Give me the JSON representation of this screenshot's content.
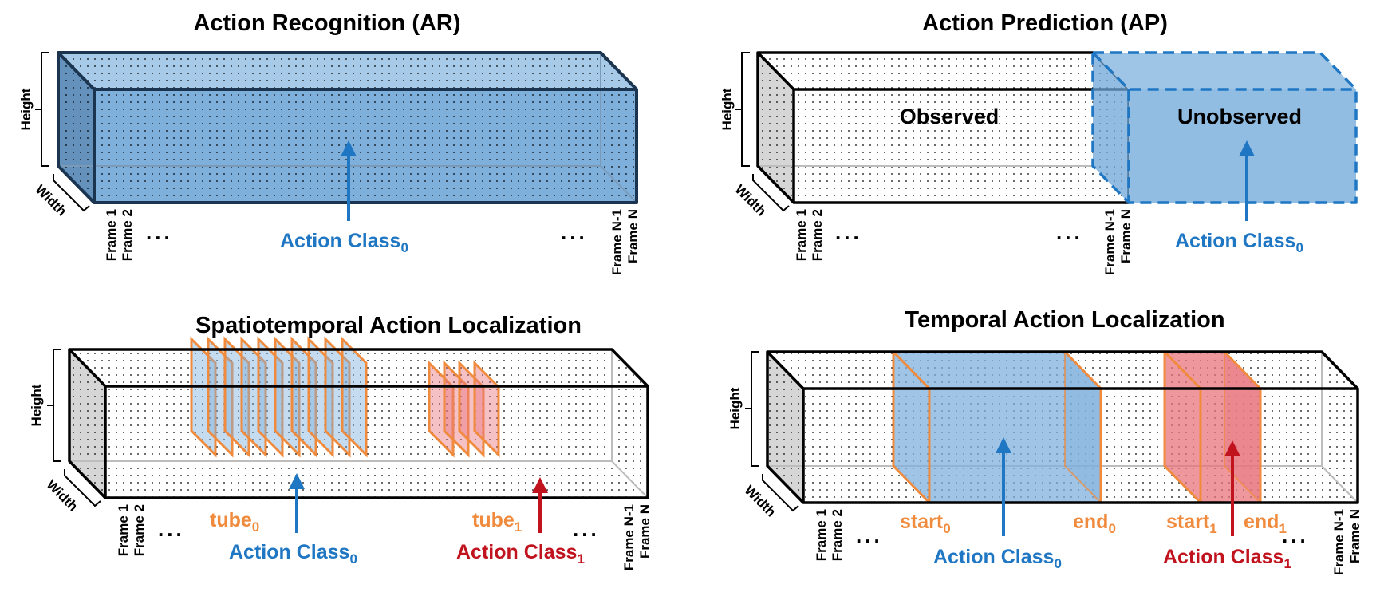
{
  "colors": {
    "blue": "#1f77c4",
    "blue_fill": "#7fb0dc",
    "red": "#c0131e",
    "red_fill": "#e8767e",
    "orange": "#f08a3c",
    "box_side": "#d6d6d6"
  },
  "common": {
    "height_label": "Height",
    "width_label": "Width",
    "frame_1": "Frame 1",
    "frame_2": "Frame 2",
    "frame_n1": "Frame N-1",
    "frame_n": "Frame N",
    "ellipsis": "...",
    "action_class": "Action Class",
    "sub_0": "0",
    "sub_1": "1"
  },
  "panels": {
    "ar": {
      "title": "Action Recognition (AR)"
    },
    "ap": {
      "title": "Action Prediction (AP)",
      "observed": "Observed",
      "unobserved": "Unobserved"
    },
    "stal": {
      "title": "Spatiotemporal Action Localization",
      "tube": "tube"
    },
    "tal": {
      "title": "Temporal Action Localization",
      "start": "start",
      "end": "end"
    }
  }
}
